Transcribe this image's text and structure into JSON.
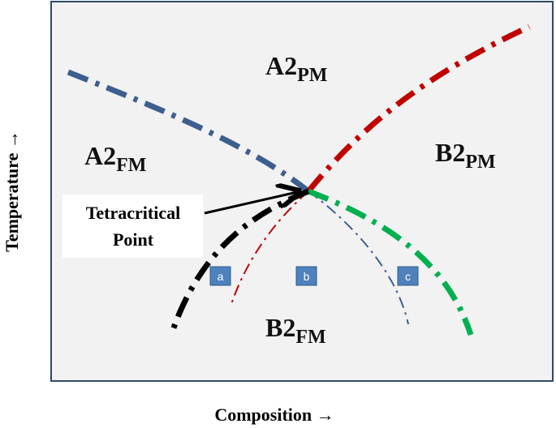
{
  "regions": {
    "a2_pm": {
      "main": "A2",
      "sub": "PM"
    },
    "a2_fm": {
      "main": "A2",
      "sub": "FM"
    },
    "b2_pm": {
      "main": "B2",
      "sub": "PM"
    },
    "b2_fm": {
      "main": "B2",
      "sub": "FM"
    }
  },
  "callout": {
    "line1": "Tetracritical",
    "line2": "Point"
  },
  "markers": {
    "a": "a",
    "b": "b",
    "c": "c"
  },
  "axes": {
    "x_label": "Composition →",
    "y_label": "Temperature →"
  },
  "colors": {
    "panel_bg": "#f2f2f2",
    "frame": "#2e4a6b",
    "blue_line": "#3d5f8f",
    "red_line": "#c00000",
    "green_line": "#00b050",
    "black_line": "#000000",
    "marker_fill": "#4f81bd"
  }
}
